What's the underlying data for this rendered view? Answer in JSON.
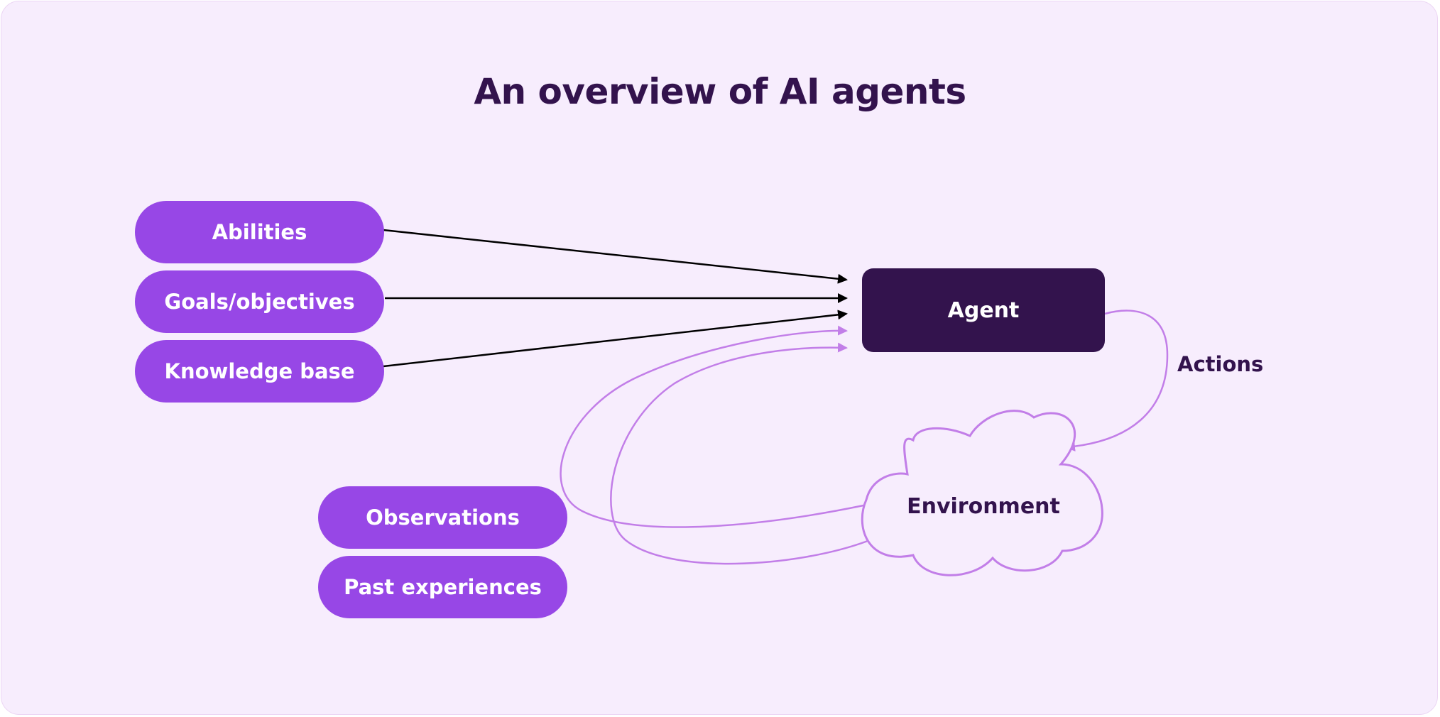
{
  "diagram": {
    "title": "An overview of AI agents",
    "inputs": [
      {
        "label": "Abilities"
      },
      {
        "label": "Goals/objectives"
      },
      {
        "label": "Knowledge base"
      }
    ],
    "feedback_inputs": [
      {
        "label": "Observations"
      },
      {
        "label": "Past experiences"
      }
    ],
    "agent": {
      "label": "Agent"
    },
    "environment": {
      "label": "Environment"
    },
    "actions": {
      "label": "Actions"
    }
  },
  "colors": {
    "background": "#f7edfd",
    "pill": "#9747e6",
    "agent": "#33134d",
    "text_dark": "#33134d",
    "feedback_line": "#c27ee8",
    "input_arrow": "#000000"
  }
}
